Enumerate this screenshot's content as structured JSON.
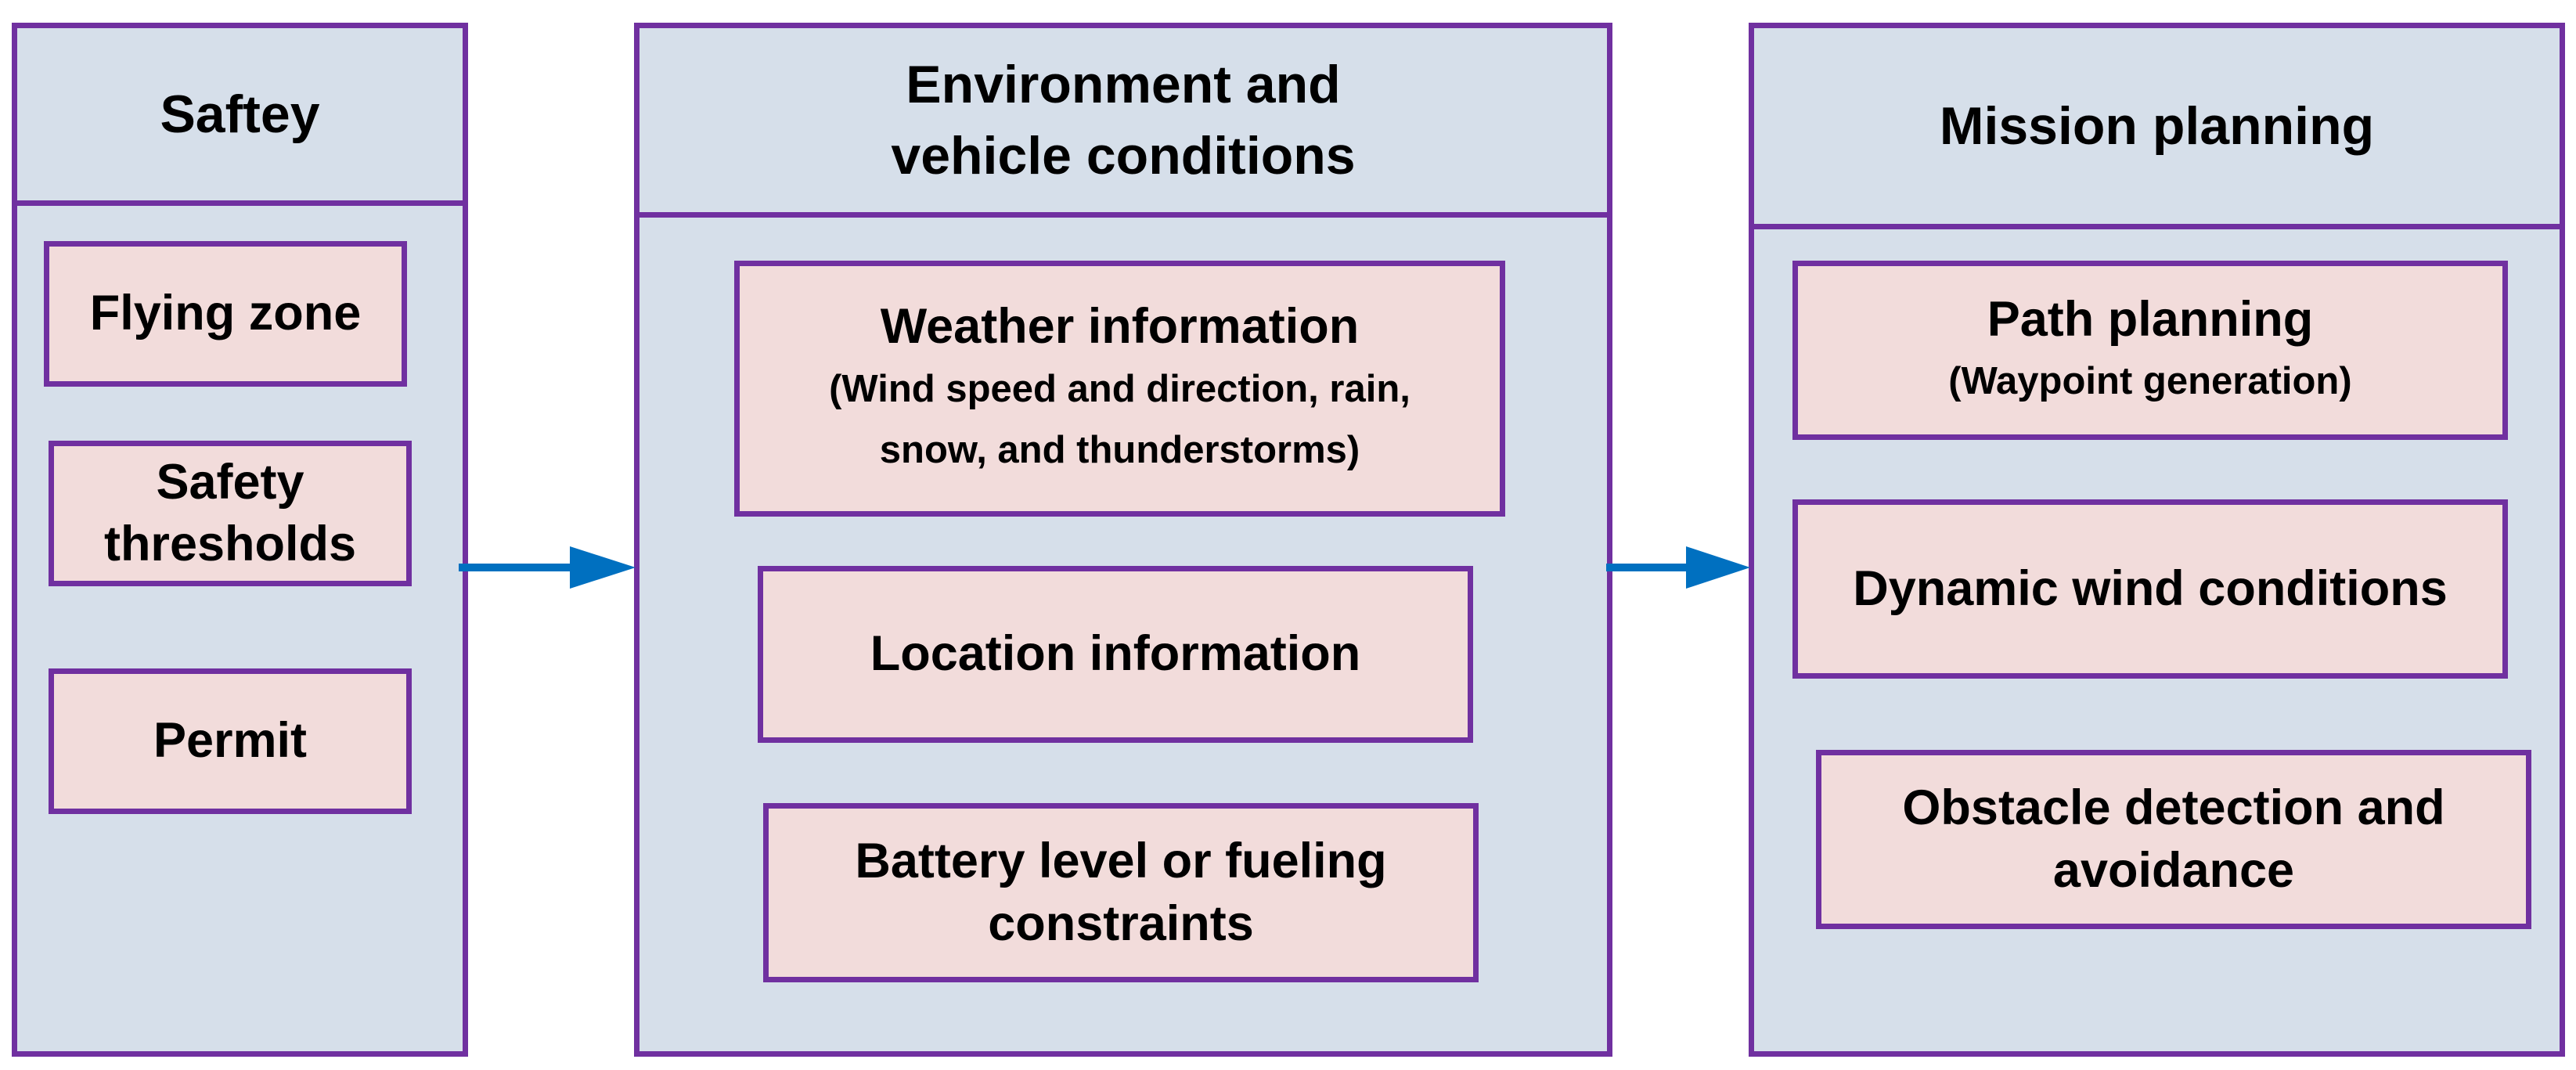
{
  "colors": {
    "panel_fill": "#d6dfea",
    "box_fill": "#f2dcdb",
    "border": "#7030a0",
    "arrow": "#0070c0"
  },
  "panels": [
    {
      "title": "Saftey",
      "boxes": [
        {
          "label": "Flying zone"
        },
        {
          "label": "Safety thresholds"
        },
        {
          "label": "Permit"
        }
      ]
    },
    {
      "title": "Environment and vehicle conditions",
      "boxes": [
        {
          "label": "Weather information",
          "sub": "(Wind speed and direction, rain, snow, and thunderstorms)"
        },
        {
          "label": "Location information"
        },
        {
          "label": "Battery level or fueling constraints"
        }
      ]
    },
    {
      "title": "Mission planning",
      "boxes": [
        {
          "label": "Path planning",
          "sub": "(Waypoint generation)"
        },
        {
          "label": "Dynamic wind conditions"
        },
        {
          "label": "Obstacle detection and avoidance"
        }
      ]
    }
  ],
  "arrows": [
    {
      "from": "safety-panel",
      "to": "environment-panel"
    },
    {
      "from": "environment-panel",
      "to": "mission-panel"
    }
  ]
}
